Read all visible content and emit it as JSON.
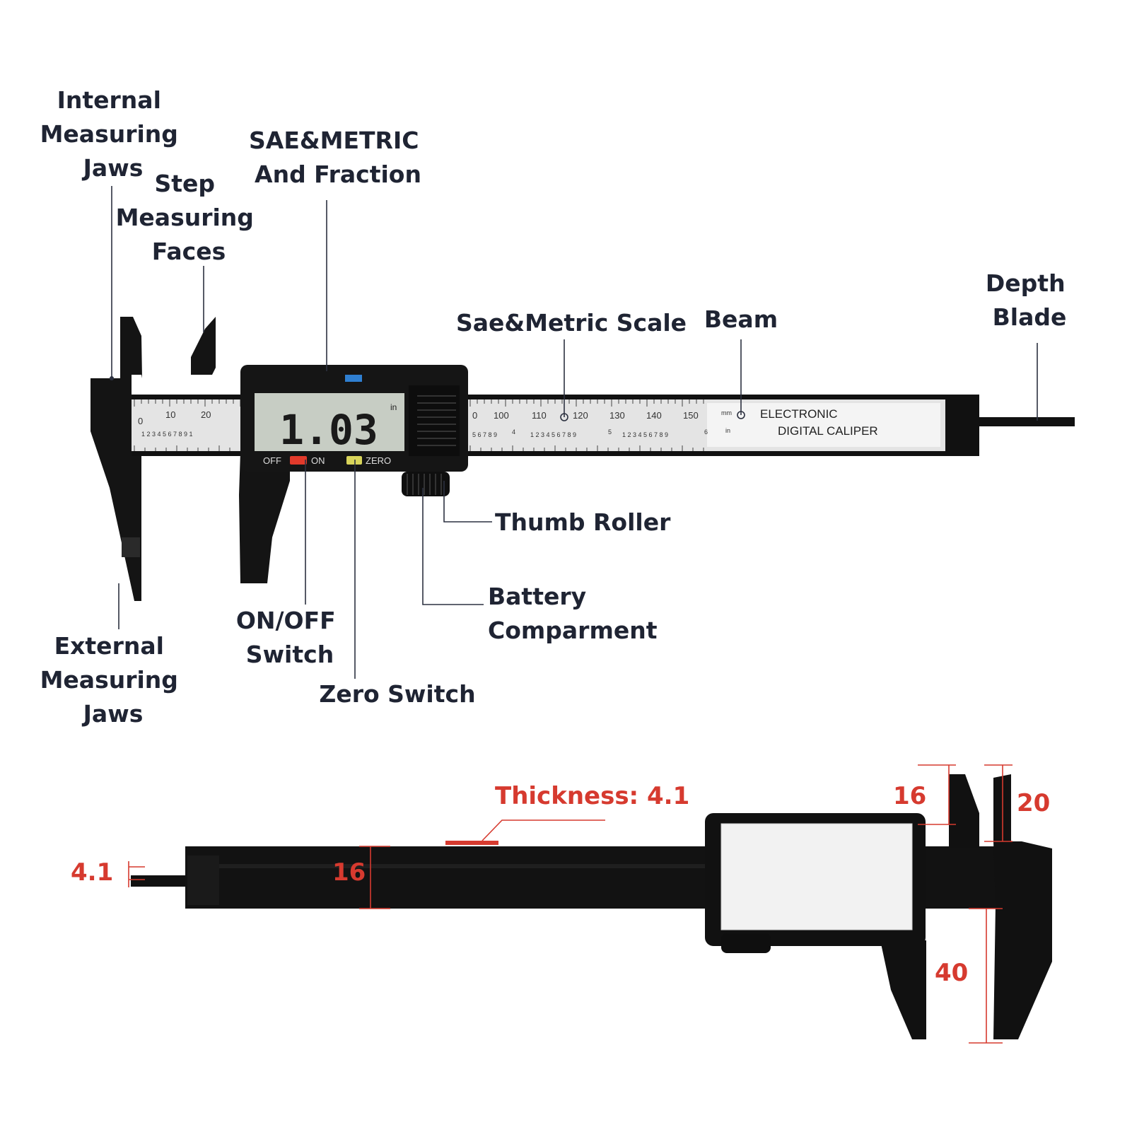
{
  "callouts": {
    "internal_jaws": [
      "Internal",
      "Measuring",
      "Jaws"
    ],
    "step_faces": [
      "Step",
      "Measuring",
      "Faces"
    ],
    "sae_metric_fraction": [
      "SAE&METRIC",
      "And Fraction"
    ],
    "scale": "Sae&Metric Scale",
    "beam": "Beam",
    "depth_blade": [
      "Depth",
      "Blade"
    ],
    "thumb_roller": "Thumb Roller",
    "battery": [
      "Battery",
      "Comparment"
    ],
    "on_off": [
      "ON/OFF",
      "Switch"
    ],
    "zero_switch": "Zero Switch",
    "external_jaws": [
      "External",
      "Measuring",
      "Jaws"
    ]
  },
  "display": {
    "reading": "1.03",
    "unit": "in",
    "off_label": "OFF",
    "on_label": "ON",
    "zero_label": "ZERO"
  },
  "scale": {
    "left_numbers": [
      "0",
      "10",
      "20"
    ],
    "right_numbers": [
      "0",
      "100",
      "110",
      "120",
      "130",
      "140",
      "150"
    ],
    "mm_label": "mm",
    "in_label": "in",
    "inch_marks": [
      "4",
      "5",
      "6"
    ]
  },
  "brand": {
    "line1": "ELECTRONIC",
    "line2": "DIGITAL CALIPER"
  },
  "dimensions": {
    "thickness": "Thickness: 4.1",
    "depth_blade": "4.1",
    "beam_width": "16",
    "inner_jaw": "16",
    "step_jaw": "20",
    "outer_jaw": "40"
  },
  "colors": {
    "accent_red": "#d63a2f",
    "label_navy": "#1f2433",
    "body_black": "#111111",
    "lcd": "#c7cdc4"
  }
}
